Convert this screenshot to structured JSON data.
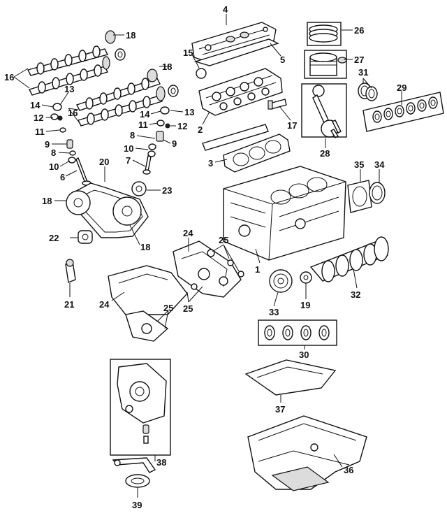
{
  "colors": {
    "ink": "#111111",
    "paper": "#ffffff",
    "shade": "#dcdcdc"
  },
  "callouts": [
    {
      "id": "4",
      "text": "4"
    },
    {
      "id": "26",
      "text": "26"
    },
    {
      "id": "18a",
      "text": "18"
    },
    {
      "id": "15",
      "text": "15"
    },
    {
      "id": "5",
      "text": "5"
    },
    {
      "id": "27",
      "text": "27"
    },
    {
      "id": "16a",
      "text": "16"
    },
    {
      "id": "13a",
      "text": "13"
    },
    {
      "id": "18b",
      "text": "18"
    },
    {
      "id": "31",
      "text": "31"
    },
    {
      "id": "29",
      "text": "29"
    },
    {
      "id": "14a",
      "text": "14"
    },
    {
      "id": "12a",
      "text": "12"
    },
    {
      "id": "16b",
      "text": "16"
    },
    {
      "id": "14b",
      "text": "14"
    },
    {
      "id": "13b",
      "text": "13"
    },
    {
      "id": "11a",
      "text": "11"
    },
    {
      "id": "11b",
      "text": "11"
    },
    {
      "id": "12b",
      "text": "12"
    },
    {
      "id": "2",
      "text": "2"
    },
    {
      "id": "17",
      "text": "17"
    },
    {
      "id": "9a",
      "text": "9"
    },
    {
      "id": "8a",
      "text": "8"
    },
    {
      "id": "8b",
      "text": "8"
    },
    {
      "id": "9b",
      "text": "9"
    },
    {
      "id": "10a",
      "text": "10"
    },
    {
      "id": "10b",
      "text": "10"
    },
    {
      "id": "7",
      "text": "7"
    },
    {
      "id": "28",
      "text": "28"
    },
    {
      "id": "3",
      "text": "3"
    },
    {
      "id": "6",
      "text": "6"
    },
    {
      "id": "20",
      "text": "20"
    },
    {
      "id": "35",
      "text": "35"
    },
    {
      "id": "34",
      "text": "34"
    },
    {
      "id": "23",
      "text": "23"
    },
    {
      "id": "18c",
      "text": "18"
    },
    {
      "id": "22",
      "text": "22"
    },
    {
      "id": "18d",
      "text": "18"
    },
    {
      "id": "24a",
      "text": "24"
    },
    {
      "id": "25a",
      "text": "25"
    },
    {
      "id": "1",
      "text": "1"
    },
    {
      "id": "21",
      "text": "21"
    },
    {
      "id": "24b",
      "text": "24"
    },
    {
      "id": "25b",
      "text": "25"
    },
    {
      "id": "25c",
      "text": "25"
    },
    {
      "id": "32",
      "text": "32"
    },
    {
      "id": "33",
      "text": "33"
    },
    {
      "id": "19",
      "text": "19"
    },
    {
      "id": "30",
      "text": "30"
    },
    {
      "id": "37",
      "text": "37"
    },
    {
      "id": "38",
      "text": "38"
    },
    {
      "id": "36",
      "text": "36"
    },
    {
      "id": "39",
      "text": "39"
    }
  ]
}
